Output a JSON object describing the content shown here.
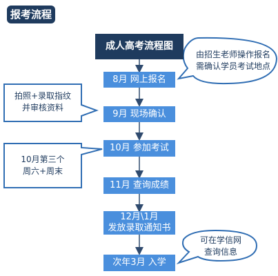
{
  "title": "报考流程",
  "header": "成人高考流程图",
  "steps": [
    "8月 网上报名",
    "9月 现场确认",
    "10月 参加考试",
    "11月 查询成绩",
    "12月\\1月",
    "发放录取通知书",
    "次年3月 入学"
  ],
  "notes": {
    "n1": {
      "line1": "由招生老师操作报名",
      "line2": "需确认学员考试地点"
    },
    "n2": {
      "line1": "拍照+录取指纹",
      "line2": "并审核资料"
    },
    "n3": {
      "line1": "10月第三个",
      "line2": "周六+周末"
    },
    "n4": {
      "line1": "可在学信网",
      "line2": "查询信息"
    }
  },
  "colors": {
    "dark": "#1f3b5e",
    "step": "#4a8fdd",
    "accent": "#2f6db3"
  }
}
